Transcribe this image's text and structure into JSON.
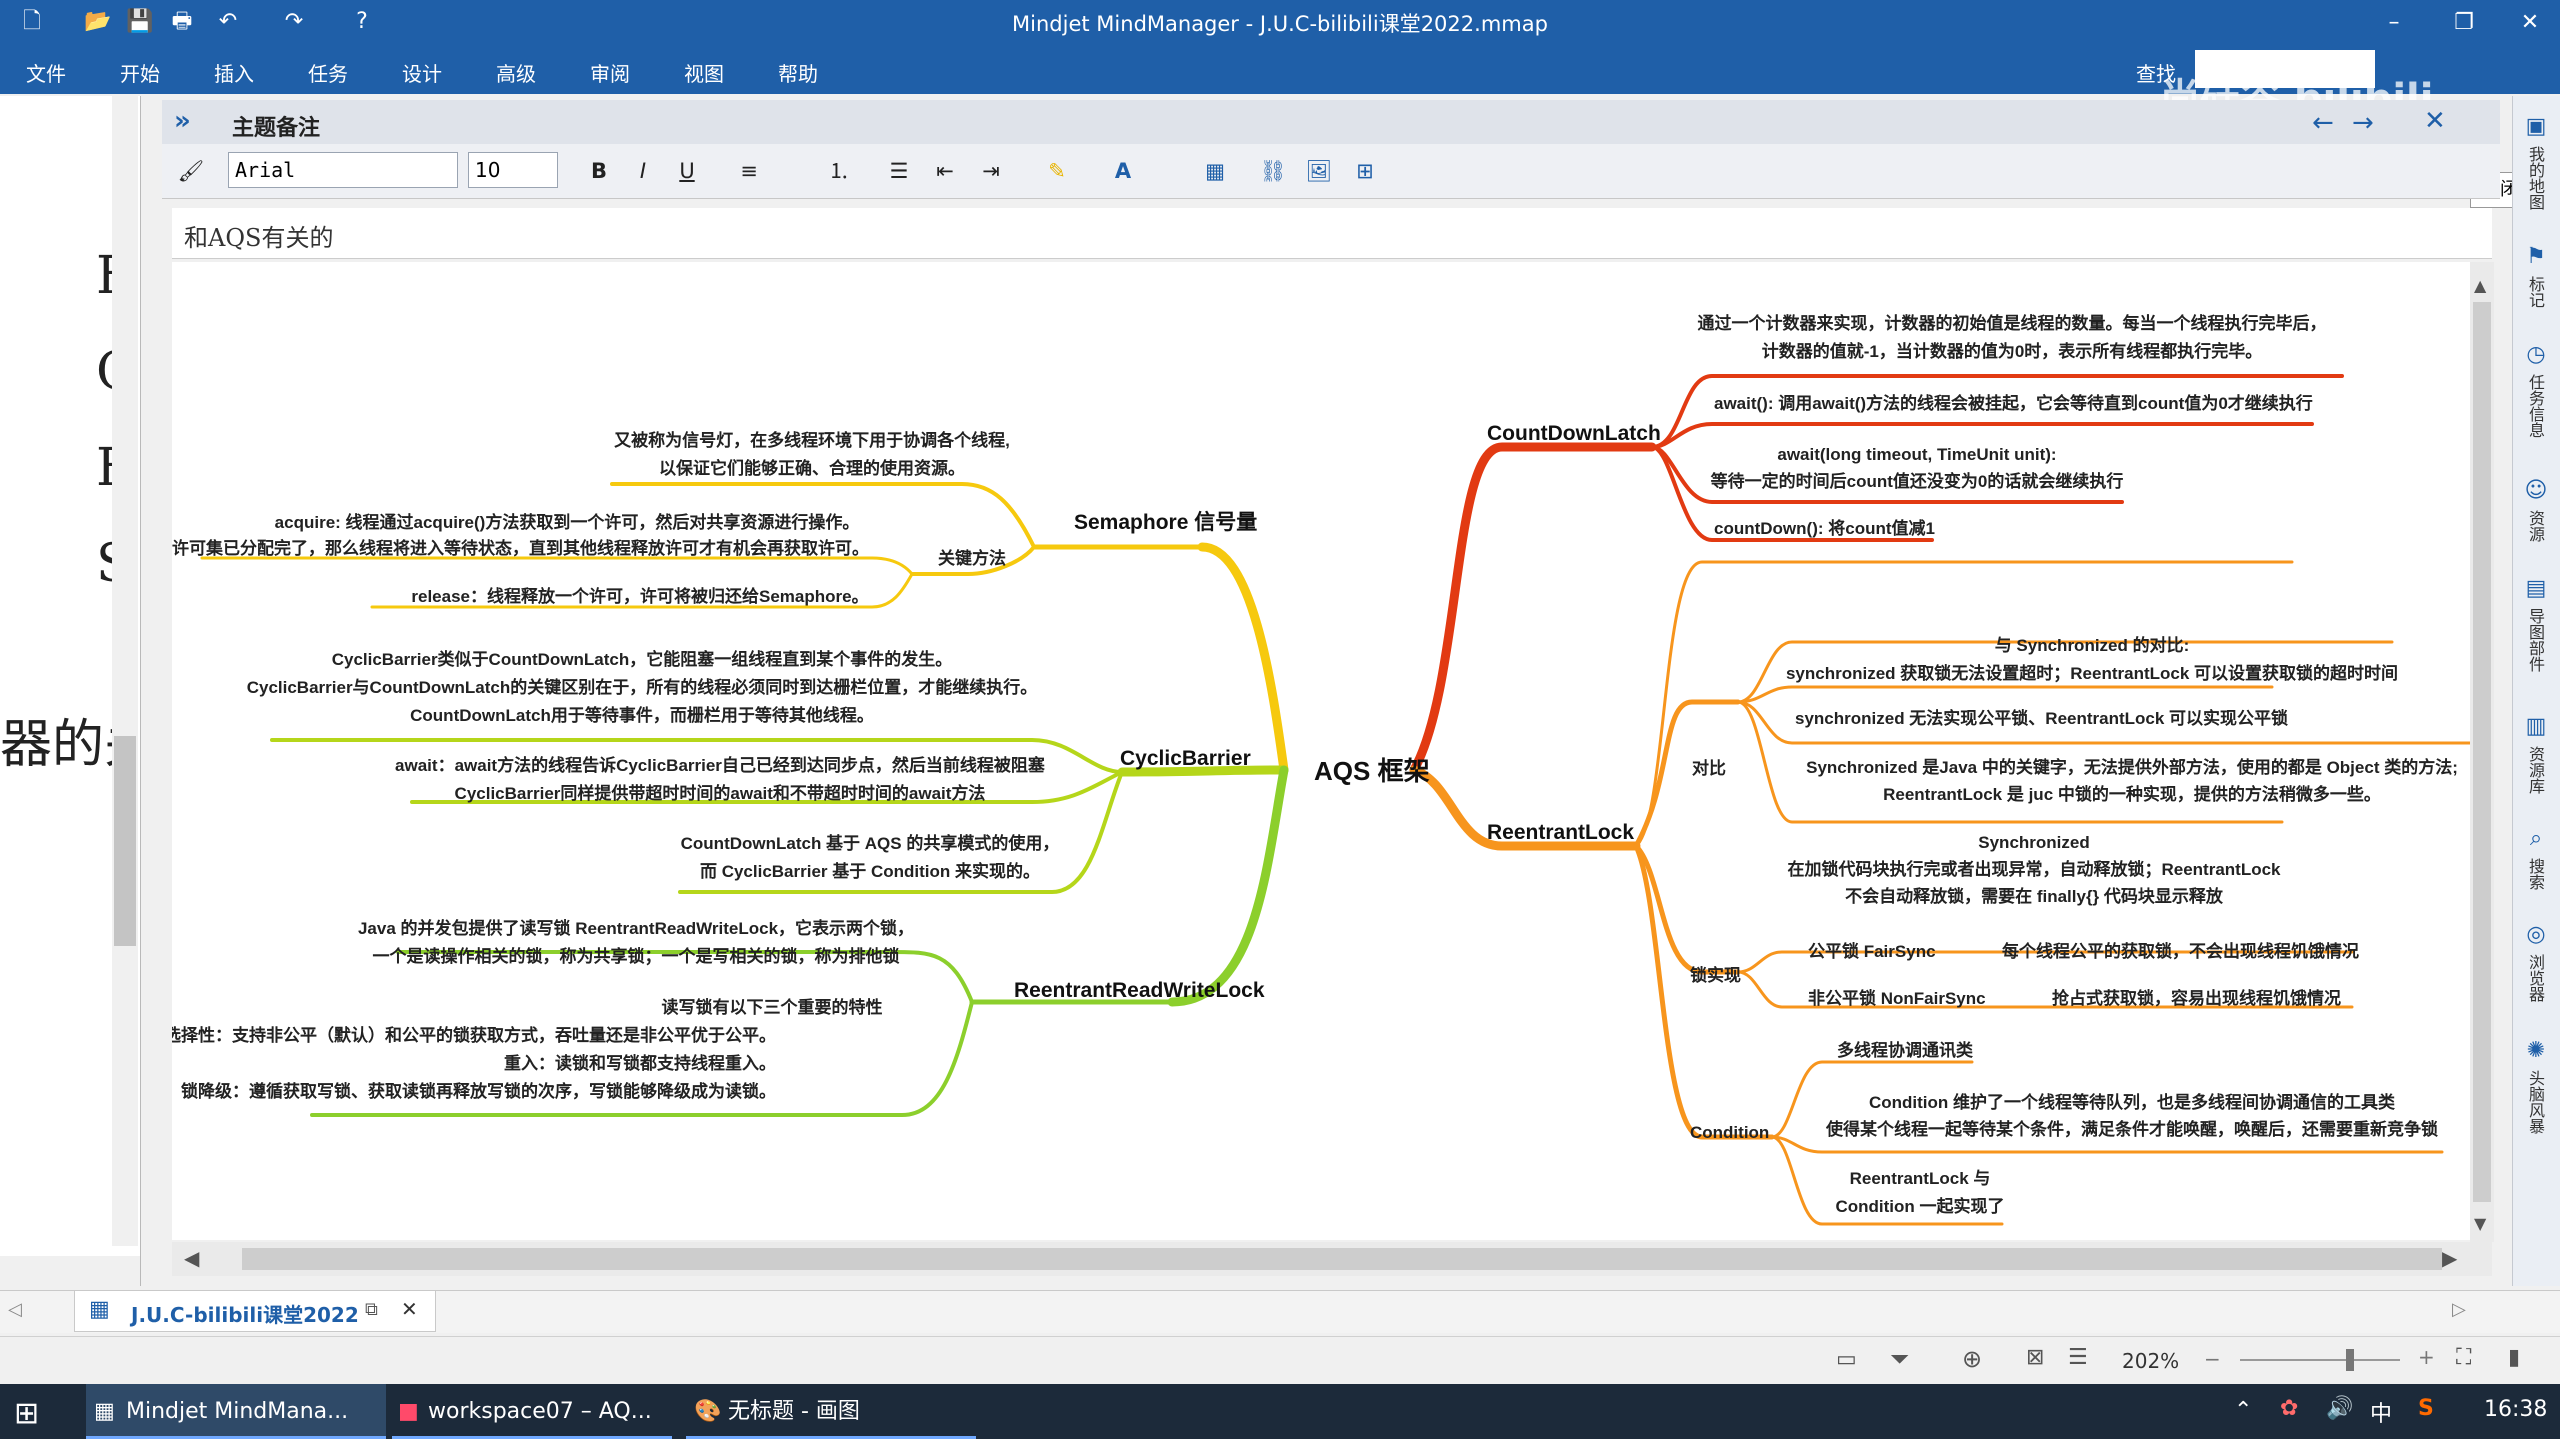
{
  "window": {
    "title": "Mindjet MindManager - J.U.C-bilibili课堂2022.mmap",
    "search_label": "查找"
  },
  "menu": [
    "文件",
    "开始",
    "插入",
    "任务",
    "设计",
    "高级",
    "审阅",
    "视图",
    "帮助"
  ],
  "notes_panel": {
    "title": "主题备注",
    "font_name": "Arial",
    "font_size": "10",
    "note_text": "和AQS有关的",
    "close_tooltip": "关闭"
  },
  "left_pane": {
    "chars": [
      "F",
      "C",
      "F",
      "S",
      "器的关"
    ]
  },
  "mindmap": {
    "root": "AQS 框架",
    "branches": {
      "semaphore": {
        "label": "Semaphore 信号量",
        "desc": [
          "又被称为信号灯，在多线程环境下用于协调各个线程,",
          "以保证它们能够正确、合理的使用资源。"
        ],
        "key_methods": "关键方法",
        "acquire": [
          "acquire: 线程通过acquire()方法获取到一个许可，然后对共享资源进行操作。",
          "许可集已分配完了，那么线程将进入等待状态，直到其他线程释放许可才有机会再获取许可。"
        ],
        "release": "release：线程释放一个许可，许可将被归还给Semaphore。"
      },
      "cyclicbarrier": {
        "label": "CyclicBarrier",
        "desc": [
          "CyclicBarrier类似于CountDownLatch，它能阻塞一组线程直到某个事件的发生。",
          "CyclicBarrier与CountDownLatch的关键区别在于，所有的线程必须同时到达栅栏位置，才能继续执行。",
          "CountDownLatch用于等待事件，而栅栏用于等待其他线程。"
        ],
        "await": [
          "await：await方法的线程告诉CyclicBarrier自己已经到达同步点，然后当前线程被阻塞",
          "CyclicBarrier同样提供带超时时间的await和不带超时时间的await方法"
        ],
        "impl": [
          "CountDownLatch 基于 AQS 的共享模式的使用，",
          "而 CyclicBarrier 基于 Condition 来实现的。"
        ]
      },
      "rrwl": {
        "label": "ReentrantReadWriteLock",
        "desc": [
          "Java 的并发包提供了读写锁 ReentrantReadWriteLock，它表示两个锁，",
          "一个是读操作相关的锁，称为共享锁；一个是写相关的锁，称为排他锁"
        ],
        "features": [
          "读写锁有以下三个重要的特性",
          "公平选择性：支持非公平（默认）和公平的锁获取方式，吞吐量还是非公平优于公平。",
          "重入：读锁和写锁都支持线程重入。",
          "锁降级：遵循获取写锁、获取读锁再释放写锁的次序，写锁能够降级成为读锁。"
        ]
      },
      "countdownlatch": {
        "label": "CountDownLatch",
        "desc": [
          "通过一个计数器来实现，计数器的初始值是线程的数量。每当一个线程执行完毕后，",
          "计数器的值就-1，当计数器的值为0时，表示所有线程都执行完毕。"
        ],
        "await": "await(): 调用await()方法的线程会被挂起，它会等待直到count值为0才继续执行",
        "await_timeout": [
          "await(long timeout, TimeUnit unit):",
          "等待一定的时间后count值还没变为0的话就会继续执行"
        ],
        "countdown": "countDown(): 将count值减1"
      },
      "reentrantlock": {
        "label": "ReentrantLock",
        "compare": "对比",
        "cmp1": [
          "与 Synchronized 的对比:",
          "synchronized 获取锁无法设置超时；ReentrantLock 可以设置获取锁的超时时间"
        ],
        "cmp2": "synchronized 无法实现公平锁、ReentrantLock 可以实现公平锁",
        "cmp3": [
          "Synchronized 是Java 中的关键字，无法提供外部方法，使用的都是 Object 类的方法;",
          "ReentrantLock 是 juc 中锁的一种实现，提供的方法稍微多一些。"
        ],
        "cmp4": [
          "Synchronized",
          "在加锁代码块执行完或者出现异常，自动释放锁；ReentrantLock",
          "不会自动释放锁，需要在 finally{} 代码块显示释放"
        ],
        "lock_impl": "锁实现",
        "fair": "公平锁 FairSync",
        "fair_desc": "每个线程公平的获取锁，不会出现线程饥饿情况",
        "nonfair": "非公平锁 NonFairSync",
        "nonfair_desc": "抢占式获取锁，容易出现线程饥饿情况",
        "condition": "Condition",
        "cond1": "多线程协调通讯类",
        "cond2": [
          "Condition 维护了一个线程等待队列，也是多线程间协调通信的工具类",
          "使得某个线程一起等待某个条件，满足条件才能唤醒，唤醒后，还需要重新竞争锁"
        ],
        "cond3": [
          "ReentrantLock 与",
          "Condition 一起实现了"
        ]
      }
    }
  },
  "doc_tab": "J.U.C-bilibili课堂2022",
  "status": {
    "zoom": "202%"
  },
  "right_sidebar": [
    "我的地图",
    "标记",
    "任务信息",
    "资源",
    "导图部件",
    "资源库",
    "搜索",
    "浏览器",
    "头脑风暴"
  ],
  "taskbar": {
    "items": [
      "Mindjet MindMana...",
      "workspace07 – AQ...",
      "无标题 - 画图"
    ],
    "tray_lang": "中",
    "clock": "16:38"
  },
  "watermark": "尚硅谷 bilibili",
  "colors": {
    "accent": "#1f5fa8",
    "yellow": "#f6c90e",
    "green": "#8ccf2c",
    "red": "#e23a12",
    "orange": "#f7951d"
  }
}
